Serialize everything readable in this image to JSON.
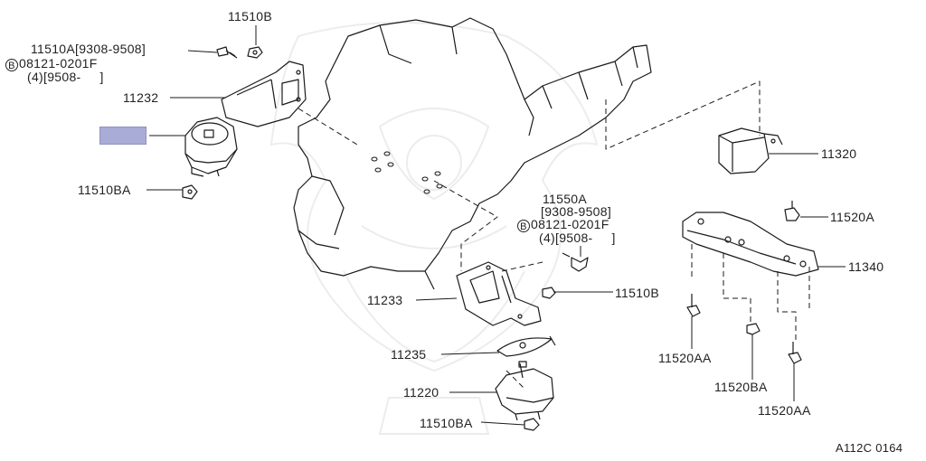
{
  "highlight_color": "#a9acd6",
  "callouts": {
    "c11510b_top": "11510B",
    "c11510a_line1": "11510A[9308-9508]",
    "c11510a_circle": "B",
    "c11510a_line2": "08121-0201F",
    "c11510a_line3": "(4)[9508-     ]",
    "c11232": "11232",
    "c11510ba_left": "11510BA",
    "c11320": "11320",
    "c11550a_line1": "11550A",
    "c11550a_line2": "[9308-9508]",
    "c11550a_circle": "B",
    "c11550a_line3": "08121-0201F",
    "c11550a_line4": "(4)[9508-     ]",
    "c11520a": "11520A",
    "c11340": "11340",
    "c11233": "11233",
    "c11510b_mid": "11510B",
    "c11235": "11235",
    "c11520aa_left": "11520AA",
    "c11220": "11220",
    "c11520ba": "11520BA",
    "c11510ba_bottom": "11510BA",
    "c11520aa_right": "11520AA"
  },
  "figure_ref": "A112C 0164"
}
